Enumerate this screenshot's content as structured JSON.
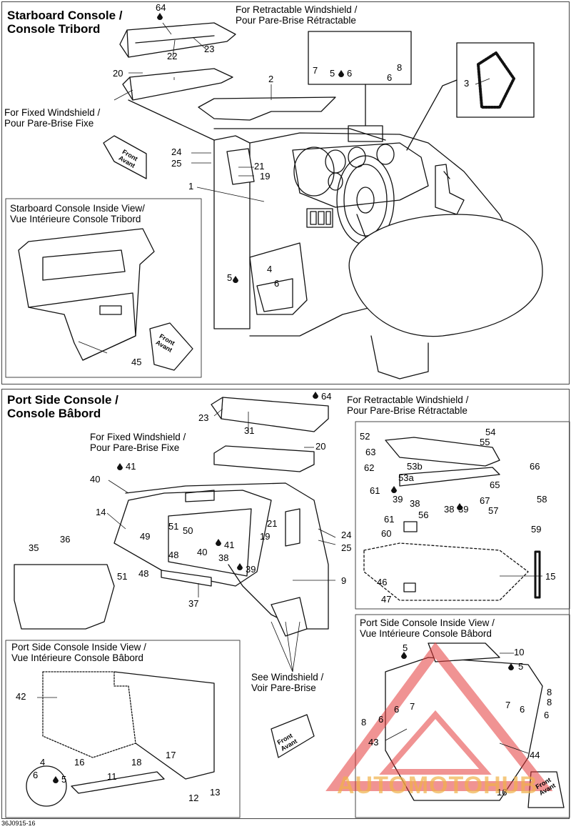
{
  "figure_id": "36J0915-16",
  "watermark": {
    "brand": "AUTOMOTO",
    "brand_accent": "HUB",
    "color": "#e43b3b",
    "accent_color": "#f0b24a"
  },
  "starboard": {
    "title_line1": "Starboard Console /",
    "title_line2": "Console Tribord",
    "retractable_1": "For Retractable Windshield /",
    "retractable_2": "Pour Pare-Brise Rétractable",
    "fixed_1": "For Fixed Windshield /",
    "fixed_2": "Pour Pare-Brise Fixe",
    "inside_1": "Starboard Console Inside View/",
    "inside_2": "Vue Intérieure Console Tribord",
    "front": "Front",
    "avant": "Avant",
    "parts": {
      "p64": "64",
      "p22": "22",
      "p23": "23",
      "p20": "20",
      "p2": "2",
      "p7": "7",
      "p5": "5",
      "p6a": "6",
      "p6b": "6",
      "p8": "8",
      "p3": "3",
      "p24": "24",
      "p25": "25",
      "p21": "21",
      "p19": "19",
      "p1": "1",
      "p5b": "5",
      "p4": "4",
      "p6c": "6",
      "p45": "45"
    }
  },
  "port": {
    "title_line1": "Port Side Console /",
    "title_line2": "Console Bâbord",
    "retractable_1": "For Retractable Windshield /",
    "retractable_2": "Pour Pare-Brise Rétractable",
    "fixed_1": "For Fixed Windshield /",
    "fixed_2": "Pour Pare-Brise Fixe",
    "see_1": "See Windshield /",
    "see_2": "Voir Pare-Brise",
    "inside_left_1": "Port Side Console Inside View /",
    "inside_left_2": "Vue Intérieure Console Bâbord",
    "inside_right_1": "Port Side Console Inside View /",
    "inside_right_2": "Vue Intérieure Console Bâbord",
    "front": "Front",
    "avant": "Avant",
    "parts": {
      "p64": "64",
      "p23": "23",
      "p31": "31",
      "p20": "20",
      "p41a": "41",
      "p40a": "40",
      "p14": "14",
      "p36": "36",
      "p35": "35",
      "p49": "49",
      "p51a": "51",
      "p50": "50",
      "p51b": "51",
      "p48a": "48",
      "p48b": "48",
      "p40b": "40",
      "p41b": "41",
      "p38": "38",
      "p39": "39",
      "p37": "37",
      "p21": "21",
      "p19": "19",
      "p24": "24",
      "p25": "25",
      "p9": "9",
      "p42": "42",
      "p4": "4",
      "p6": "6",
      "p5": "5",
      "p16a": "16",
      "p11": "11",
      "p18": "18",
      "p17": "17",
      "p12": "12",
      "p13": "13"
    },
    "detail": {
      "p52": "52",
      "p54": "54",
      "p55": "55",
      "p63": "63",
      "p53b": "53b",
      "p66": "66",
      "p62": "62",
      "p53a": "53a",
      "p65": "65",
      "p61a": "61",
      "p39a": "39",
      "p58": "58",
      "p38a": "38",
      "p67": "67",
      "p56": "56",
      "p38b": "38",
      "p39b": "39",
      "p57": "57",
      "p61b": "61",
      "p59": "59",
      "p60": "60",
      "p15": "15",
      "p46": "46",
      "p47": "47"
    },
    "inside_right_parts": {
      "p5a": "5",
      "p10": "10",
      "p5b": "5",
      "p8a": "8",
      "p6a": "6",
      "p7a": "7",
      "p8b": "8",
      "p6b": "6",
      "p7b": "7",
      "p6c": "6",
      "p6d": "6",
      "p8c": "8",
      "p43": "43",
      "p44": "44",
      "p16": "16"
    }
  }
}
